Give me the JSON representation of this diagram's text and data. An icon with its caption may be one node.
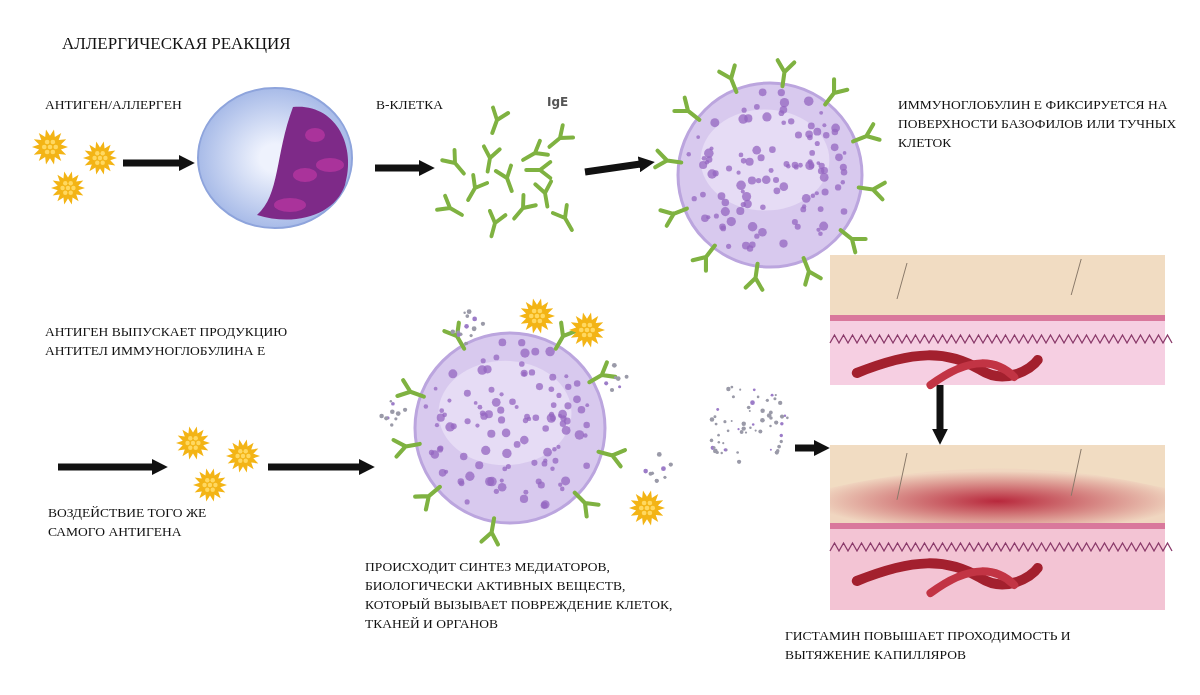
{
  "diagram": {
    "title": "АЛЛЕРГИЧЕСКАЯ РЕАКЦИЯ",
    "nodes": [
      {
        "text": [],
        "shape": "picture",
        "beside": [
          "АНТИГЕН/АЛЛЕРГЕН"
        ]
      },
      {
        "text": [],
        "shape": "picture"
      },
      {
        "text": [],
        "shape": "picture",
        "beside": [
          "IgE"
        ]
      },
      {
        "text": [],
        "shape": "picture",
        "beside": [
          "ИММУНОГЛОБУЛИН Е ФИКСИРУЕТСЯ НА ПОВЕРХНОСТИ БАЗОФИЛОВ ИЛИ ТУЧНЫХ КЛЕТОК"
        ]
      },
      {
        "text": [],
        "shape": "picture",
        "beside": [
          "ВОЗДЕЙСТВИЕ ТОГО ЖЕ САМОГО АНТИГЕНА"
        ]
      },
      {
        "text": [],
        "shape": "picture",
        "beside": [
          "ПРОИСХОДИТ СИНТЕЗ МЕДИАТОРОВ, БИОЛОГИЧЕСКИ АКТИВНЫХ ВЕЩЕСТВ, КОТОРЫЙ ВЫЗЫВАЕТ ПОВРЕЖДЕНИЕ КЛЕТОК, ТКАНЕЙ И ОРГАНОВ"
        ]
      },
      {
        "text": [],
        "shape": "picture"
      },
      {
        "text": [],
        "shape": "picture"
      },
      {
        "text": [],
        "shape": "picture",
        "beside": [
          "ГИСТАМИН ПОВЫШАЕТ ПРОХОДИМОСТЬ И ВЫТЯЖЕНИЕ КАПИЛЛЯРОВ"
        ]
      }
    ],
    "edges": [
      {
        "from": 0,
        "to": 1,
        "arrow": "to"
      },
      {
        "from": 1,
        "to": 2,
        "arrow": "to"
      },
      {
        "from": 2,
        "to": 3,
        "arrow": "to"
      },
      {
        "from": null,
        "to": 4,
        "arrow": "to"
      },
      {
        "from": 4,
        "to": 5,
        "arrow": "to"
      },
      {
        "from": 6,
        "to": 8,
        "arrow": "to"
      },
      {
        "from": 7,
        "to": 8,
        "arrow": "to"
      }
    ],
    "labels": [
      "В-КЛЕТКА",
      "АНТИГЕН ВЫПУСКАЕТ ПРОДУКЦИЮ АНТИТЕЛ ИММУНОГЛОБУЛИНА Е"
    ]
  }
}
